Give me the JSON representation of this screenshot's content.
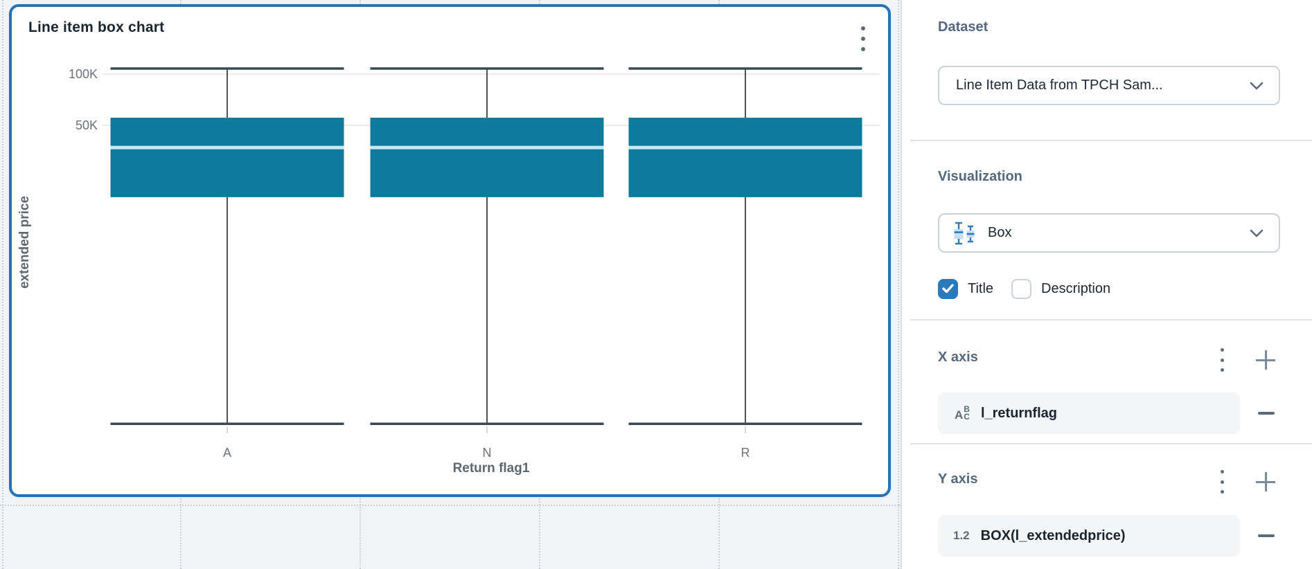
{
  "chart_data": {
    "type": "box",
    "title": "Line item box chart",
    "xlabel": "Return flag1",
    "ylabel": "extended price",
    "y_scale": "log",
    "y_tick_labels": [
      "100K",
      "50K"
    ],
    "y_tick_values": [
      100000,
      50000
    ],
    "categories": [
      "A",
      "N",
      "R"
    ],
    "series": [
      {
        "category": "A",
        "min": 880,
        "q1": 18900,
        "median": 37000,
        "q3": 55400,
        "max": 107800
      },
      {
        "category": "N",
        "min": 880,
        "q1": 18900,
        "median": 37000,
        "q3": 55400,
        "max": 107800
      },
      {
        "category": "R",
        "min": 880,
        "q1": 18900,
        "median": 37000,
        "q3": 55400,
        "max": 107800
      }
    ],
    "grid": true,
    "legend": "none",
    "box_color": "#0f7b9c",
    "median_color": "#c9e6f2",
    "whisker_color": "#20262c",
    "cap_color": "#3c4854"
  },
  "panel": {
    "dataset": {
      "heading": "Dataset",
      "selected": "Line Item Data from TPCH Sam..."
    },
    "visualization": {
      "heading": "Visualization",
      "selected": "Box",
      "selected_icon": "box-plot-icon",
      "title_label": "Title",
      "title_checked": true,
      "description_label": "Description",
      "description_checked": false
    },
    "x_axis": {
      "heading": "X axis",
      "fields": [
        {
          "type": "text",
          "icon_a": "A",
          "icon_b": "B",
          "icon_c": "C",
          "label": "l_returnflag"
        }
      ]
    },
    "y_axis": {
      "heading": "Y axis",
      "fields": [
        {
          "type": "number",
          "icon_glyph": "1.2",
          "label": "BOX(l_extendedprice)"
        }
      ]
    }
  },
  "colors": {
    "accent_selection_blue": "#2273b8",
    "box_teal": "#0f7b9c",
    "checkbox_blue": "#2a79bd",
    "heading_slate": "#53687e",
    "canvas_gray": "#f1f4f6"
  }
}
